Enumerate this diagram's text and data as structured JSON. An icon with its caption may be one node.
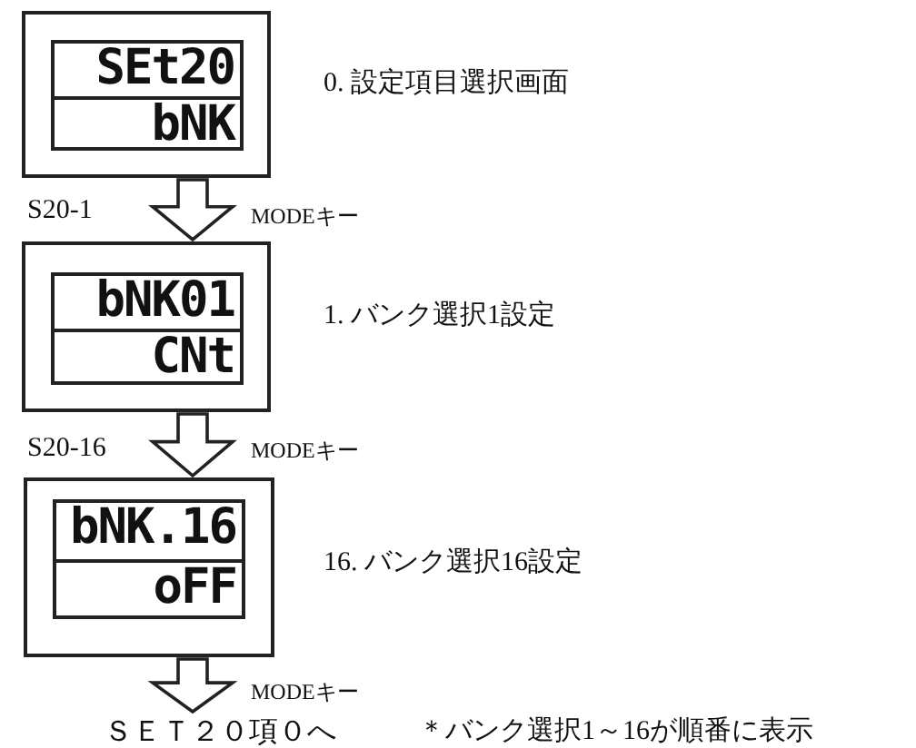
{
  "diagram": {
    "nodes": [
      {
        "text": [
          "SEt20",
          "bNK"
        ],
        "beside": [
          "0. 設定項目選択画面"
        ]
      },
      {
        "text": [
          "bNK01",
          "CNt"
        ],
        "beside": [
          "1. バンク選択1設定"
        ]
      },
      {
        "text": [
          "bNK.16",
          "oFF"
        ],
        "beside": [
          "16. バンク選択16設定"
        ]
      },
      {
        "text": [
          "ＳＥＴ２０項０へ"
        ]
      }
    ],
    "edges": [
      {
        "from": 0,
        "to": 1,
        "arrow": "to",
        "label": "MODEキー"
      },
      {
        "from": 1,
        "to": 2,
        "arrow": "to",
        "label": "MODEキー"
      },
      {
        "from": 2,
        "to": 3,
        "arrow": "to",
        "label": "MODEキー"
      }
    ],
    "labels": [
      "S20-1",
      "S20-16",
      "＊バンク選択1～16が順番に表示"
    ]
  }
}
